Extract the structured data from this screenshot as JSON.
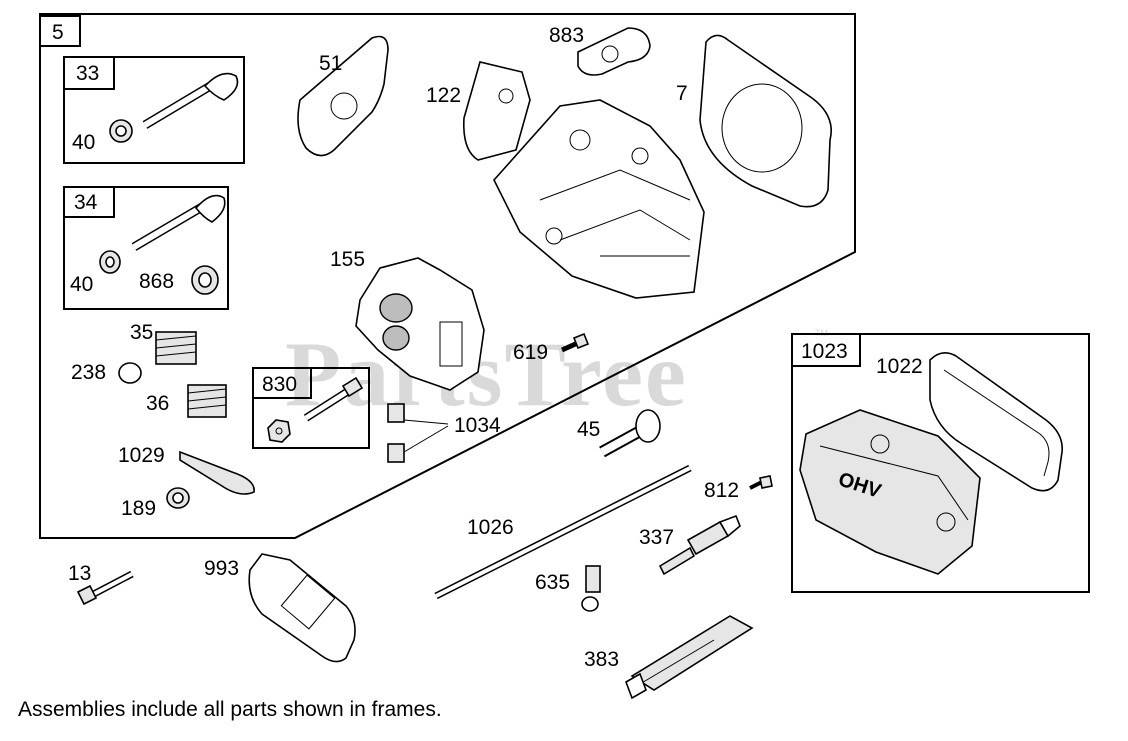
{
  "watermark": {
    "text": "PartsTree",
    "trademark": "TM"
  },
  "frames": {
    "main": "5",
    "valve_intake": "33",
    "valve_exhaust": "34",
    "stud_assembly": "830",
    "rocker_cover": "1023"
  },
  "callouts": {
    "p40a": "40",
    "p40b": "40",
    "p868": "868",
    "p51": "51",
    "p883": "883",
    "p122": "122",
    "p7": "7",
    "p155": "155",
    "p35": "35",
    "p238": "238",
    "p36": "36",
    "p1029": "1029",
    "p189": "189",
    "p1034": "1034",
    "p619": "619",
    "p45": "45",
    "p812": "812",
    "p1026": "1026",
    "p337": "337",
    "p13": "13",
    "p993": "993",
    "p635": "635",
    "p383": "383",
    "p1022": "1022"
  },
  "cover_marking": "OHV",
  "footer": "Assemblies include all parts shown in frames."
}
